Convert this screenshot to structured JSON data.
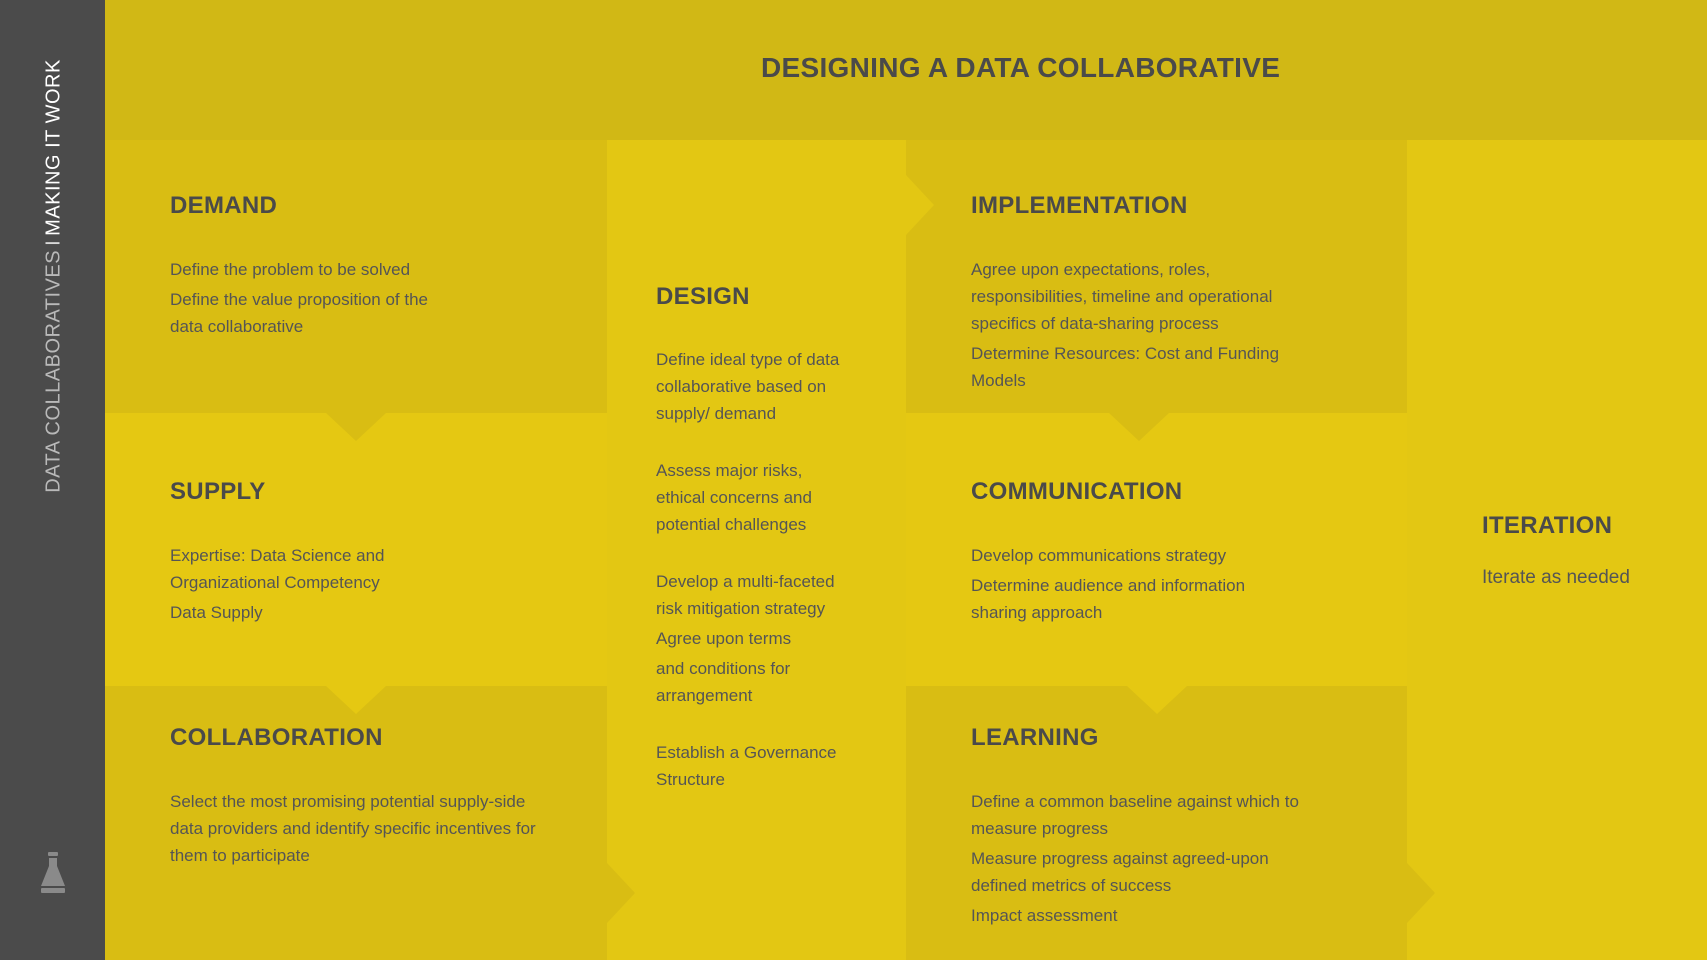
{
  "sidebar": {
    "title_part1": "DATA COLLABORATIVES",
    "separator": "I",
    "title_part2": "MAKING IT WORK",
    "logo_icon": "flask-icon"
  },
  "header": {
    "title": "DESIGNING A DATA COLLABORATIVE"
  },
  "colors": {
    "header": "#d1b815",
    "dark_cell": "#d9bd13",
    "light_cell": "#e5c812",
    "text": "#4a4a4a",
    "sidebar": "#4b4b4b"
  },
  "demand": {
    "heading": "DEMAND",
    "items": [
      "Define the problem to be solved",
      "Define the value proposition of the data collaborative"
    ]
  },
  "supply": {
    "heading": "SUPPLY",
    "items": [
      "Expertise: Data Science and Organizational Competency",
      "Data Supply"
    ]
  },
  "collaboration": {
    "heading": "COLLABORATION",
    "items": [
      "Select the most promising potential supply-side data providers and identify specific incentives for them to participate"
    ]
  },
  "design": {
    "heading": "DESIGN",
    "items": [
      "Define ideal type of data collaborative based on supply/ demand",
      "Assess major risks, ethical concerns and potential challenges",
      "Develop a multi-faceted risk mitigation strategy",
      "Agree upon terms",
      "and conditions for arrangement",
      "Establish a Governance Structure"
    ]
  },
  "implementation": {
    "heading": "IMPLEMENTATION",
    "items": [
      "Agree upon expectations, roles, responsibilities, timeline and operational specifics of data-sharing process",
      "Determine Resources: Cost and Funding Models"
    ]
  },
  "communication": {
    "heading": "COMMUNICATION",
    "items": [
      "Develop communications strategy",
      "Determine audience and information sharing approach"
    ]
  },
  "learning": {
    "heading": "LEARNING",
    "items": [
      "Define a common baseline against which to measure progress",
      "Measure progress against agreed-upon defined metrics of success",
      "Impact assessment"
    ]
  },
  "iteration": {
    "heading": "ITERATION",
    "items": [
      "Iterate as needed"
    ]
  }
}
